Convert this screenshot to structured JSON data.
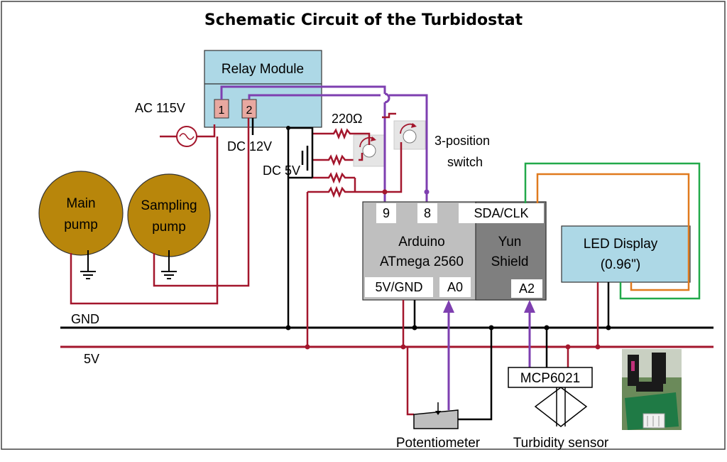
{
  "title": "Schematic Circuit of the Turbidostat",
  "relay": {
    "label": "Relay Module",
    "pin1": "1",
    "pin2": "2"
  },
  "power": {
    "ac": "AC 115V",
    "dc12": "DC 12V",
    "dc5": "DC 5V"
  },
  "resistor_label": "220Ω",
  "switch": {
    "line1": "3-position",
    "line2": "switch"
  },
  "pumps": {
    "main_line1": "Main",
    "main_line2": "pump",
    "sampling_line1": "Sampling",
    "sampling_line2": "pump"
  },
  "arduino": {
    "pin9": "9",
    "pin8": "8",
    "sdaclk": "SDA/CLK",
    "name_line1": "Arduino",
    "name_line2": "ATmega 2560",
    "shield_line1": "Yun",
    "shield_line2": "Shield",
    "pin_5vgnd": "5V/GND",
    "pin_a0": "A0",
    "pin_a2": "A2"
  },
  "display": {
    "line1": "LED Display",
    "line2": "(0.96\")"
  },
  "buses": {
    "gnd": "GND",
    "v5": "5V"
  },
  "amp_label": "MCP6021",
  "potentiometer": "Potentiometer",
  "turbidity": "Turbidity sensor",
  "colors": {
    "power_wire": "#a3162c",
    "signal_wire": "#7e3fb0",
    "i2c_sda": "#22a94a",
    "i2c_clk": "#e07a1e",
    "pump": "#b8860b",
    "relay_fill": "#add8e6",
    "arduino_fill": "#bfbfbf",
    "shield_fill": "#7f7f7f"
  }
}
